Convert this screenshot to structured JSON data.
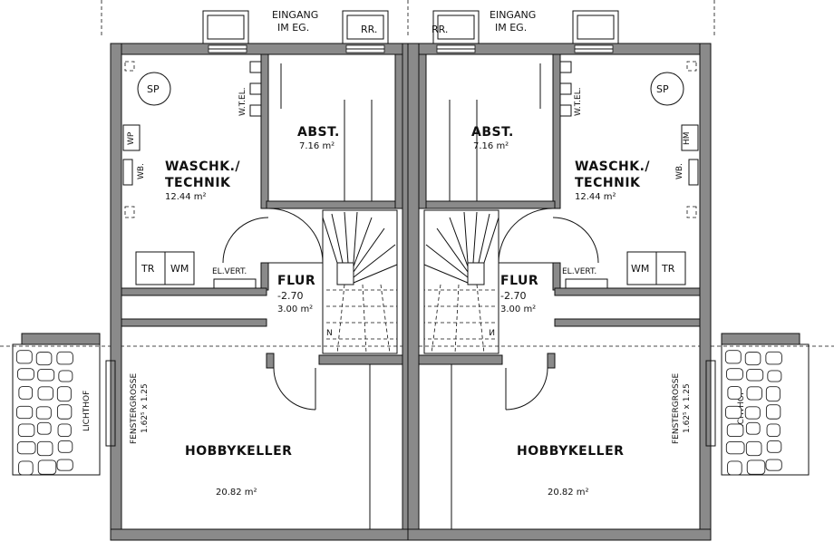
{
  "units": {
    "left": {
      "waschk_line1": "WASCHK./",
      "waschk_line2": "TECHNIK",
      "waschk_area": "12.44 m²",
      "abst": "ABST.",
      "abst_area": "7.16 m²",
      "flur": "FLUR",
      "flur_level": "-2.70",
      "flur_area": "3.00 m²",
      "hobby": "HOBBYKELLER",
      "hobby_area": "20.82 m²",
      "sp": "SP",
      "pump": "WP",
      "wb": "WB.",
      "wtel": "W.T.EL.",
      "tr": "TR",
      "wm": "WM",
      "elvert": "EL.VERT.",
      "fenster": "FENSTERGROSSE",
      "fenster_size": "1.62⁵ x 1.25",
      "lichthof": "LICHTHOF",
      "eingang1": "EINGANG",
      "eingang2": "IM EG.",
      "rr": "RR."
    },
    "right": {
      "waschk_line1": "WASCHK./",
      "waschk_line2": "TECHNIK",
      "waschk_area": "12.44 m²",
      "abst": "ABST.",
      "abst_area": "7.16 m²",
      "flur": "FLUR",
      "flur_level": "-2.70",
      "flur_area": "3.00 m²",
      "hobby": "HOBBYKELLER",
      "hobby_area": "20.82 m²",
      "sp": "SP",
      "pump": "HM",
      "wb": "WB.",
      "wtel": "W.T.EL.",
      "tr": "TR",
      "wm": "WM",
      "elvert": "EL.VERT.",
      "fenster": "FENSTERGROSSE",
      "fenster_size": "1.62⁵ x 1.25",
      "lichthof": "LICHTHOF",
      "eingang1": "EINGANG",
      "eingang2": "IM EG.",
      "rr": "RR."
    }
  }
}
